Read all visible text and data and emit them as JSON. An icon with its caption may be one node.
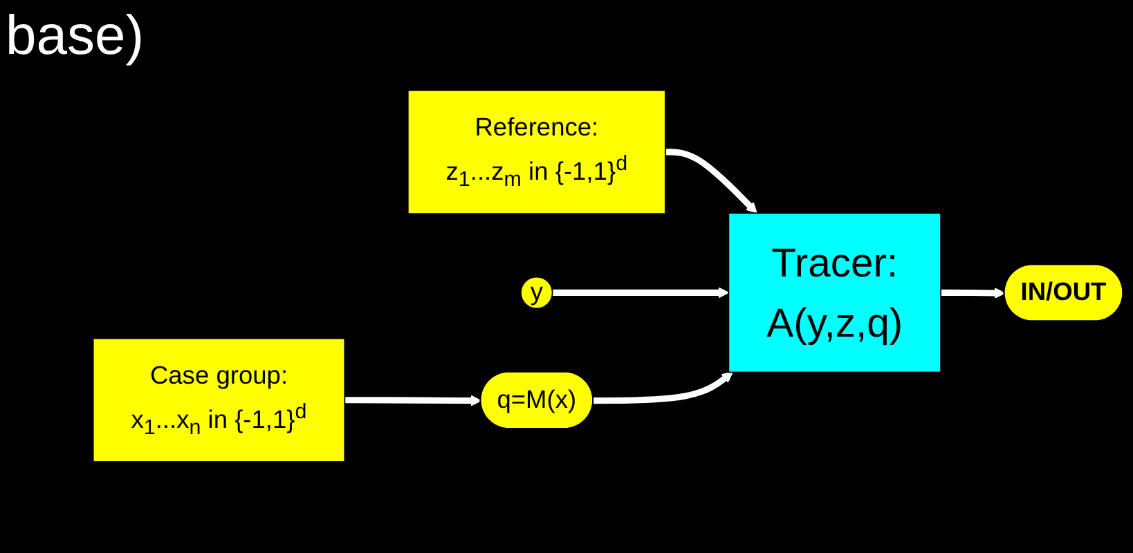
{
  "diagram": {
    "nodes": [
      {
        "text": [
          "Reference:",
          "z$_{1}$...z$_{m}$ in {-1,1}$^{d}$"
        ]
      },
      {
        "text": [
          "y"
        ]
      },
      {
        "text": [
          "Case group:",
          "x$_{1}$...x$_{n}$ in {-1,1}$^{d}$"
        ]
      },
      {
        "text": [
          "q=M(x)"
        ]
      },
      {
        "text": [
          "Tracer:",
          "A(y,z,q)"
        ]
      },
      {
        "text": [
          "IN/OUT"
        ]
      }
    ],
    "edges": [
      {
        "from": 0,
        "to": 4,
        "arrow": "to"
      },
      {
        "from": 1,
        "to": 4,
        "arrow": "to"
      },
      {
        "from": 2,
        "to": 3,
        "arrow": "to"
      },
      {
        "from": 3,
        "to": 4,
        "arrow": "to"
      },
      {
        "from": 4,
        "to": 5,
        "arrow": "to"
      }
    ],
    "labels": [
      "base)"
    ]
  }
}
